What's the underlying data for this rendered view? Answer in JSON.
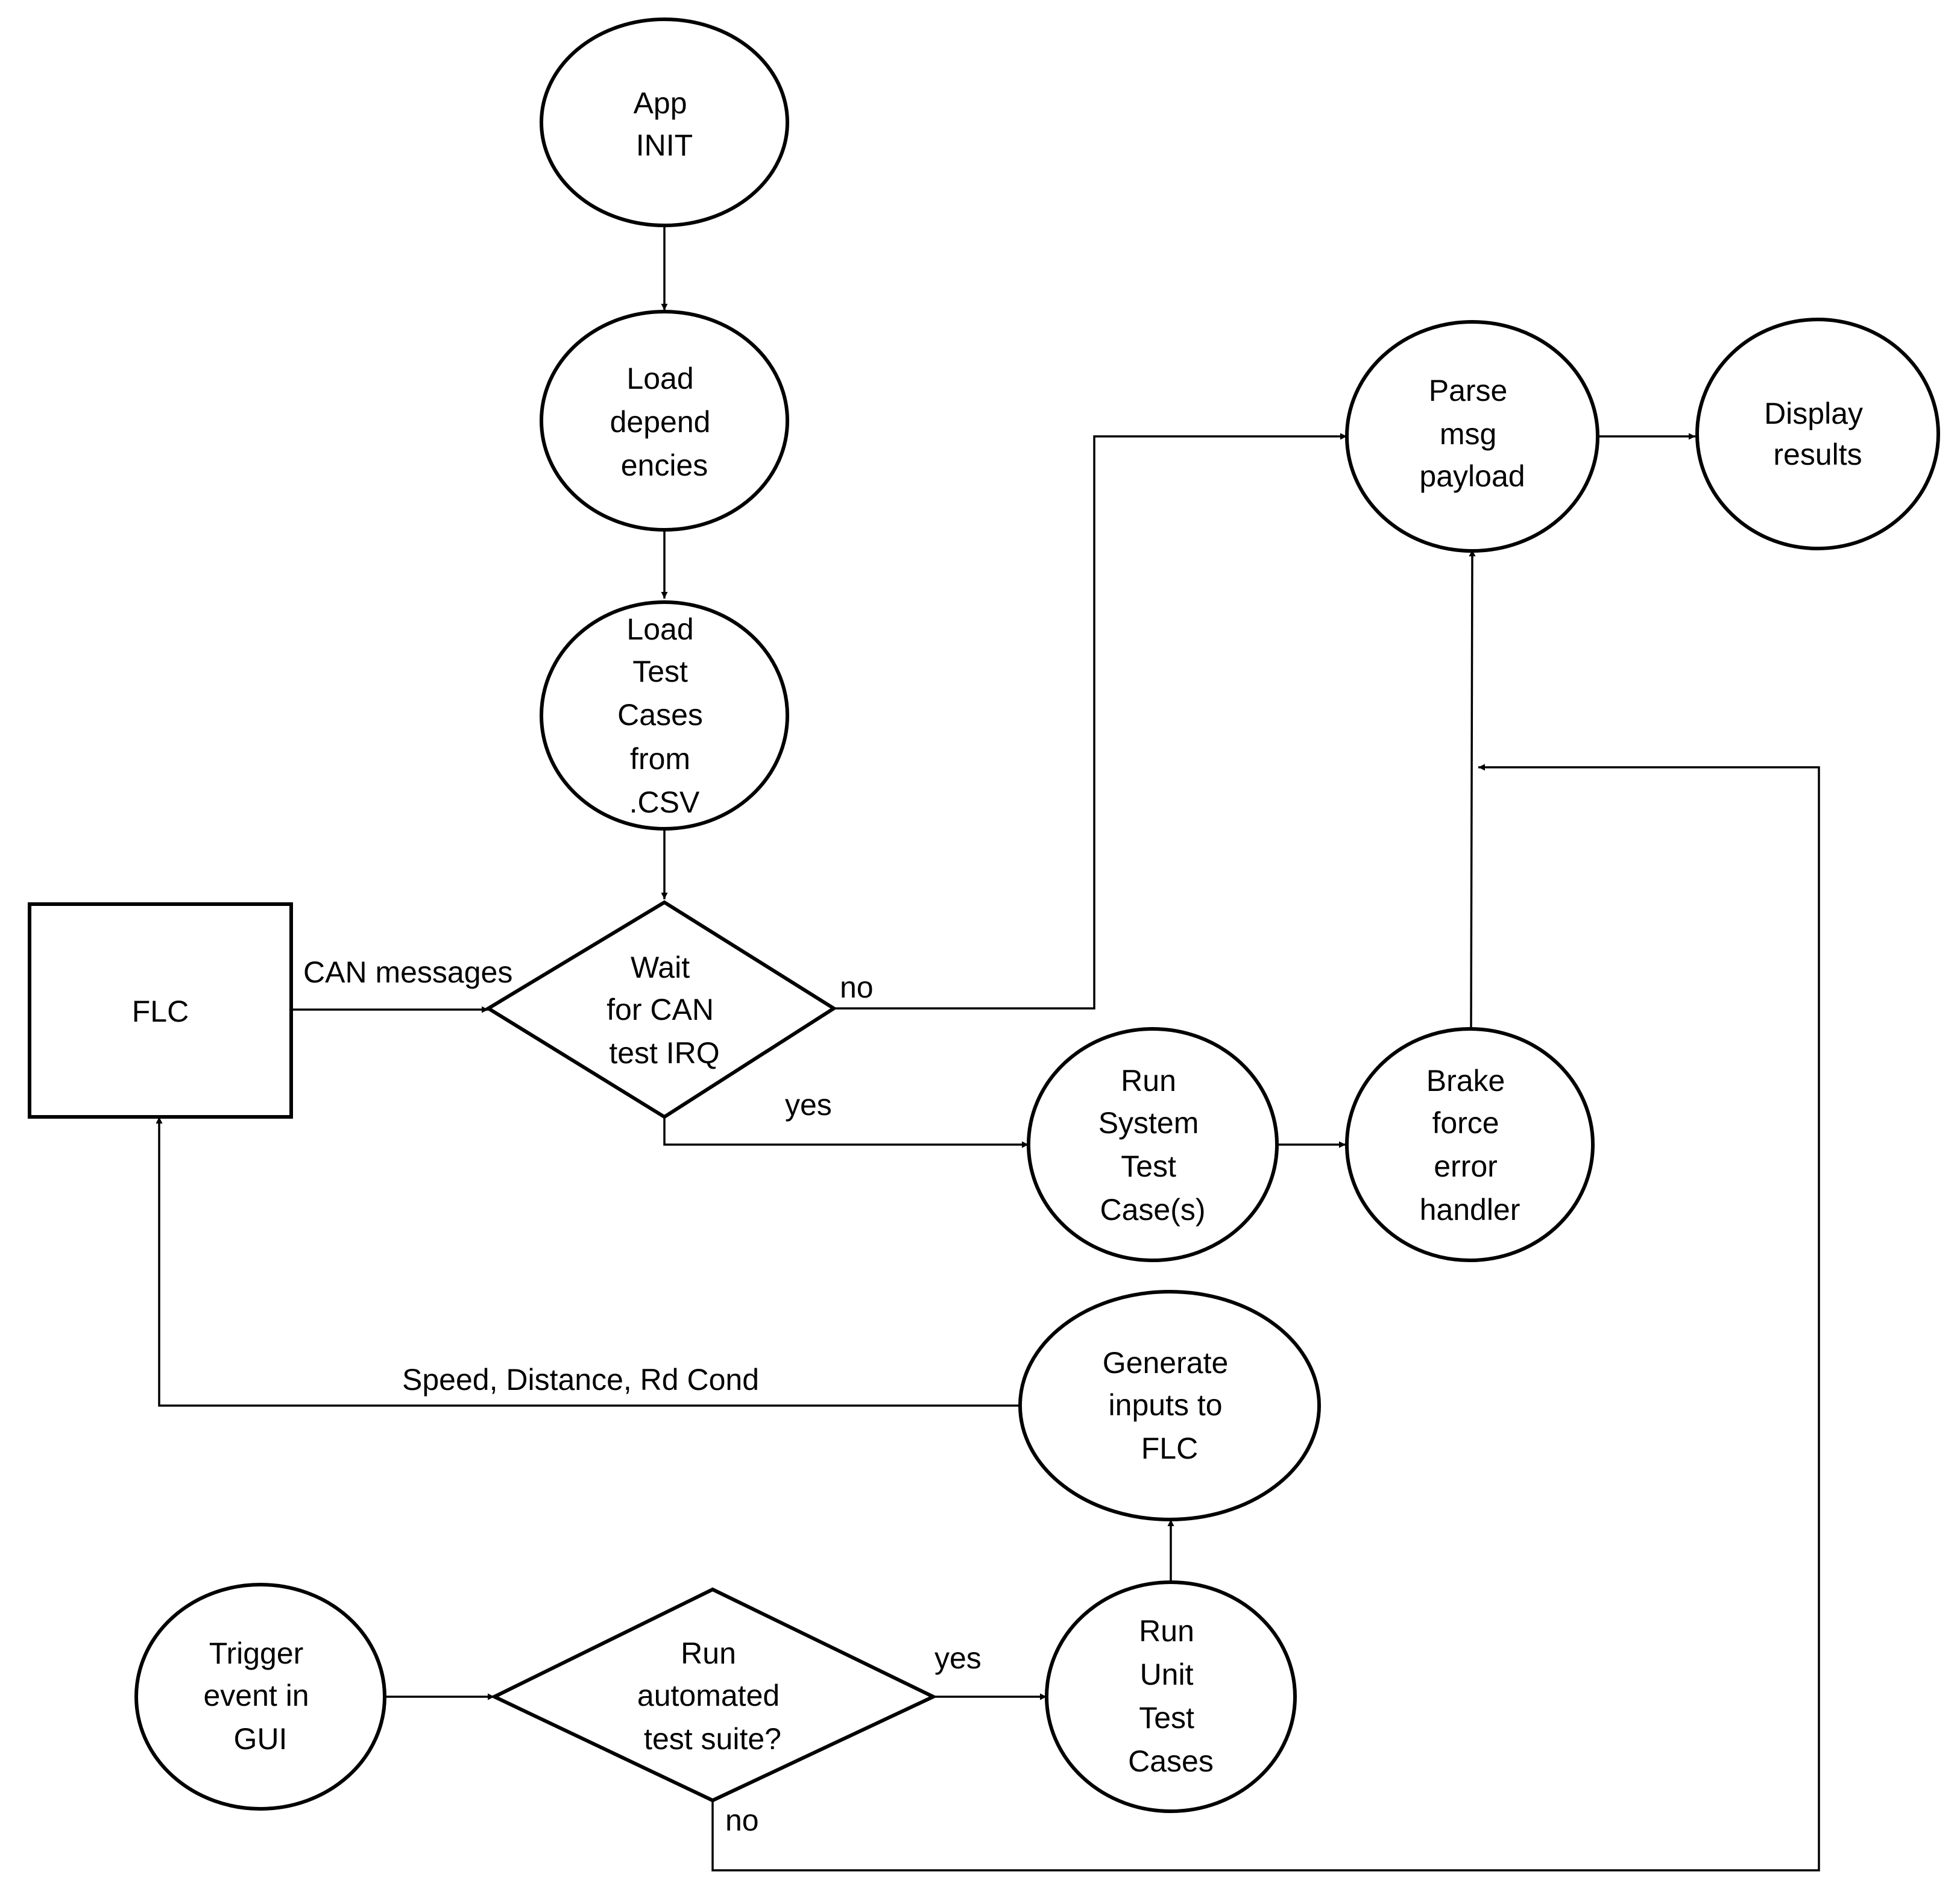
{
  "nodes": {
    "app_init": [
      "App",
      "INIT"
    ],
    "load_dependencies": [
      "Load",
      "depend",
      "encies"
    ],
    "load_test_cases": [
      "Load",
      "Test",
      "Cases",
      "from",
      ".CSV"
    ],
    "wait_can": [
      "Wait",
      "for CAN",
      "test IRQ"
    ],
    "flc": [
      "FLC"
    ],
    "parse_payload": [
      "Parse",
      "msg",
      "payload"
    ],
    "display_results": [
      "Display",
      "results"
    ],
    "run_system_tests": [
      "Run",
      "System",
      "Test",
      "Case(s)"
    ],
    "brake_force_handler": [
      "Brake",
      "force",
      "error",
      "handler"
    ],
    "generate_inputs": [
      "Generate",
      "inputs to",
      "FLC"
    ],
    "trigger_event": [
      "Trigger",
      "event in",
      "GUI"
    ],
    "run_automated": [
      "Run",
      "automated",
      "test suite?"
    ],
    "run_unit_tests": [
      "Run",
      "Unit",
      "Test",
      "Cases"
    ]
  },
  "edges": {
    "can_messages": "CAN messages",
    "wait_no": "no",
    "wait_yes": "yes",
    "speed_distance": "Speed, Distance, Rd Cond",
    "auto_yes": "yes",
    "auto_no": "no"
  },
  "colors": {
    "stroke": "#000000",
    "fill": "#ffffff",
    "text": "#000000"
  }
}
